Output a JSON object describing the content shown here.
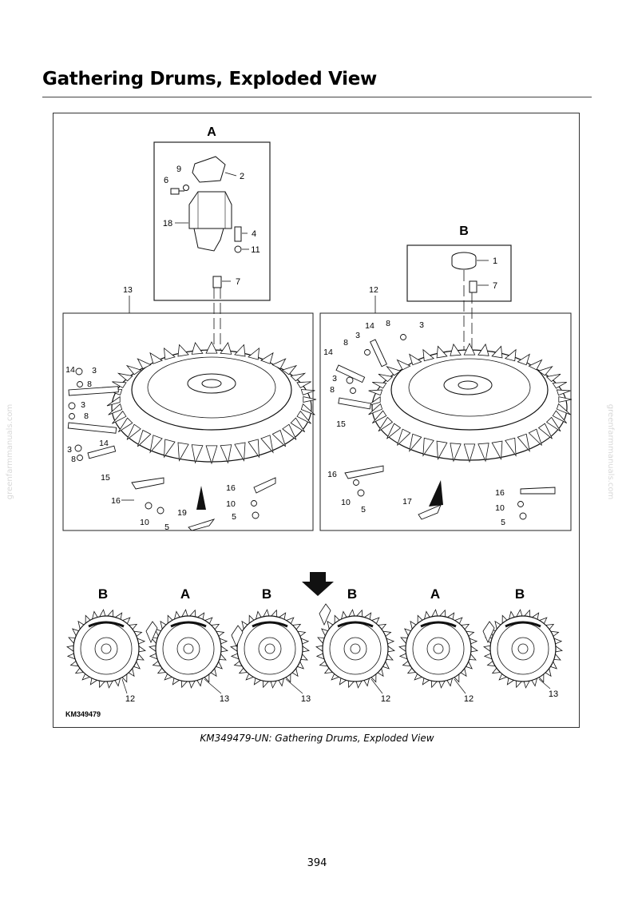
{
  "page": {
    "title": "Gathering Drums, Exploded View",
    "caption": "KM349479-UN: Gathering Drums, Exploded View",
    "page_number": "394",
    "watermark": "greenfarmmanuals.com"
  },
  "figure": {
    "figure_id": "KM349479",
    "detail_a_label": "A",
    "detail_b_label": "B",
    "arrow_icon": "down-arrow-icon",
    "callouts_detail_a": [
      "2",
      "9",
      "6",
      "18",
      "4",
      "11",
      "7"
    ],
    "callouts_detail_b": [
      "1",
      "7"
    ],
    "callouts_drum_13": [
      "13",
      "14",
      "3",
      "8",
      "3",
      "8",
      "14",
      "3",
      "8",
      "15",
      "16",
      "10",
      "5",
      "19",
      "16",
      "10",
      "5"
    ],
    "callouts_drum_12": [
      "12",
      "14",
      "8",
      "3",
      "14",
      "8",
      "3",
      "3",
      "8",
      "15",
      "16",
      "10",
      "5",
      "17",
      "16",
      "10",
      "5"
    ],
    "bottom_row": {
      "top_labels": [
        "B",
        "A",
        "B",
        "B",
        "A",
        "B"
      ],
      "bottom_labels": [
        "12",
        "13",
        "13",
        "12",
        "12",
        "13"
      ]
    }
  }
}
